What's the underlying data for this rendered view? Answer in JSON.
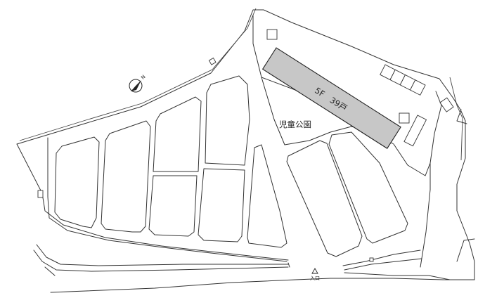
{
  "map": {
    "building_label": "5F　39戸",
    "park_label": "児童公園",
    "entrance_label": "入口",
    "north_label": "N"
  },
  "colors": {
    "background": "#ffffff",
    "building_fill": "#c7c7c7",
    "lines": "#333333"
  },
  "icons": [
    "north-arrow-icon",
    "entrance-triangle-icon"
  ]
}
